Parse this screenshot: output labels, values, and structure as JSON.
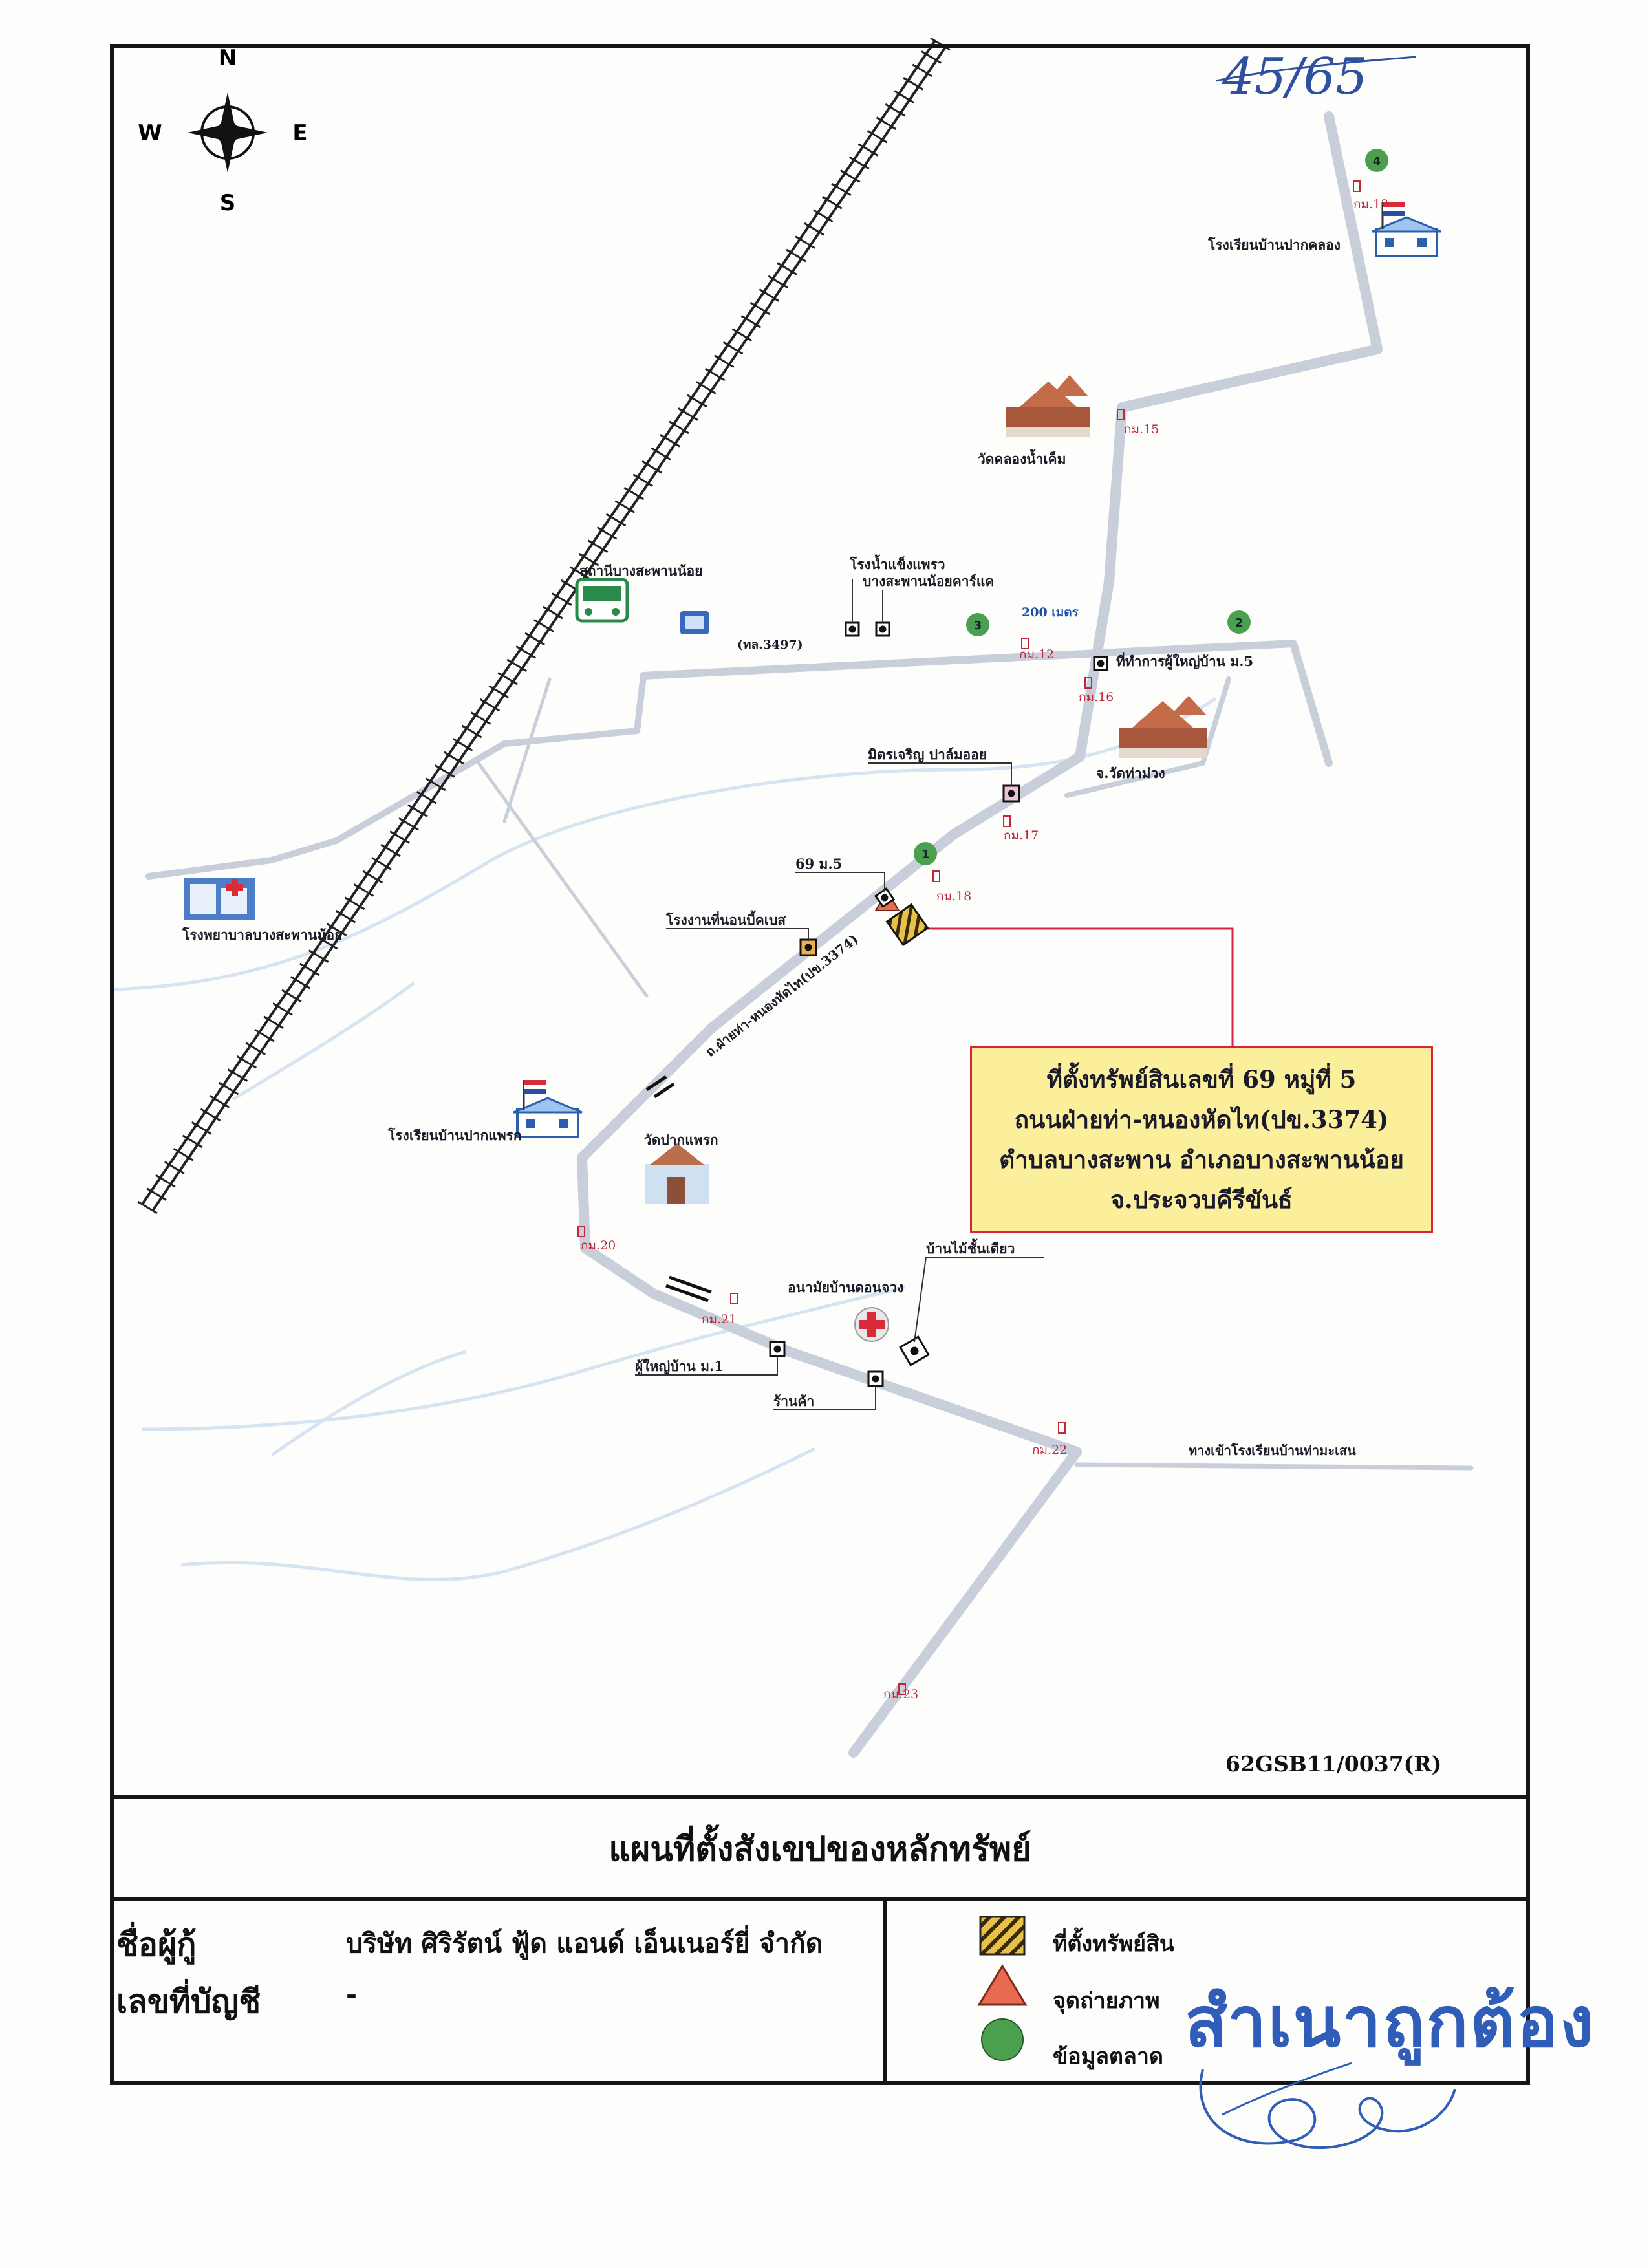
{
  "page": {
    "handwritten_ref": "45/65",
    "title": "แผนที่ตั้งสังเขปของหลักทรัพย์",
    "map_code": "62GSB11/0037(R)"
  },
  "compass": {
    "n": "N",
    "s": "S",
    "e": "E",
    "w": "W",
    "icon": "compass-rose-icon"
  },
  "roads": {
    "rd3497": "(ทล.3497)",
    "rd3374": "ถ.ฝ่ายท่า-หนองหัดไท(ปข.3374)",
    "distance": "200 เมตร"
  },
  "km_posts": {
    "k13": "กม.13",
    "k15": "กม.15",
    "k12": "กม.12",
    "k16": "กม.16",
    "k17": "กม.17",
    "k18": "กม.18",
    "k20": "กม.20",
    "k21": "กม.21",
    "k22": "กม.22",
    "k23": "กม.23"
  },
  "markers": {
    "m1": "1",
    "m2": "2",
    "m3": "3",
    "m4": "4"
  },
  "places": {
    "school_paknlong": "โรงเรียนบ้านปากคลอง",
    "wat_khlong": "วัดคลองน้ำเค็ม",
    "station": "สถานีบางสะพานน้อย",
    "factory1": "โรงน้ำแข็งแพรว",
    "factory2": "บางสะพานน้อยคาร์แค",
    "village_head_office": "ที่ทำการผู้ใหญ่บ้าน ม.5",
    "wat_branch": "จ.วัดท่าม่วง",
    "mitjaroen": "มิตรเจริญ ปาล์มออย",
    "house69": "69 ม.5",
    "nobnbex": "โรงงานที่นอนบี้คเบส",
    "hospital": "โรงพยาบาลบางสะพานน้อย",
    "school_paknamprak": "โรงเรียนบ้านปากแพรก",
    "wat_paknamprak": "วัดปากแพรก",
    "bantmai": "บ้านไม้ชั้นเดียว",
    "health": "อนามัยบ้านดอนจวง",
    "village_head": "ผู้ใหญ่บ้าน ม.1",
    "shop": "ร้านค้า",
    "to_school": "ทางเข้าโรงเรียนบ้านท่ามะเสน"
  },
  "callout": {
    "line1": "ที่ตั้งทรัพย์สินเลขที่ 69 หมู่ที่ 5",
    "line2": "ถนนฝ่ายท่า-หนองหัดไท(ปข.3374)",
    "line3": "ตำบลบางสะพาน  อำเภอบางสะพานน้อย",
    "line4": "จ.ประจวบคีรีขันธ์"
  },
  "info": {
    "borrower_label": "ชื่อผู้กู้",
    "borrower_value": "บริษัท ศิริรัตน์ ฟู้ด แอนด์ เอ็นเนอร์ยี่ จำกัด",
    "account_label": "เลขที่บัญชี",
    "account_value": "-"
  },
  "legend": {
    "property": "ที่ตั้งทรัพย์สิน",
    "photo": "จุดถ่ายภาพ",
    "market": "ข้อมูลตลาด"
  },
  "stamp": {
    "text": "สำเนาถูกต้อง"
  },
  "colors": {
    "road": "#c8ceda",
    "river": "#cfe0f0",
    "callout_bg": "#fbef9c",
    "callout_border": "#d8243c",
    "marker_green": "#4aa04e",
    "photo_triangle": "#e86a50",
    "property_hatch": "#d9a826",
    "stamp_blue": "#2f5db8"
  }
}
